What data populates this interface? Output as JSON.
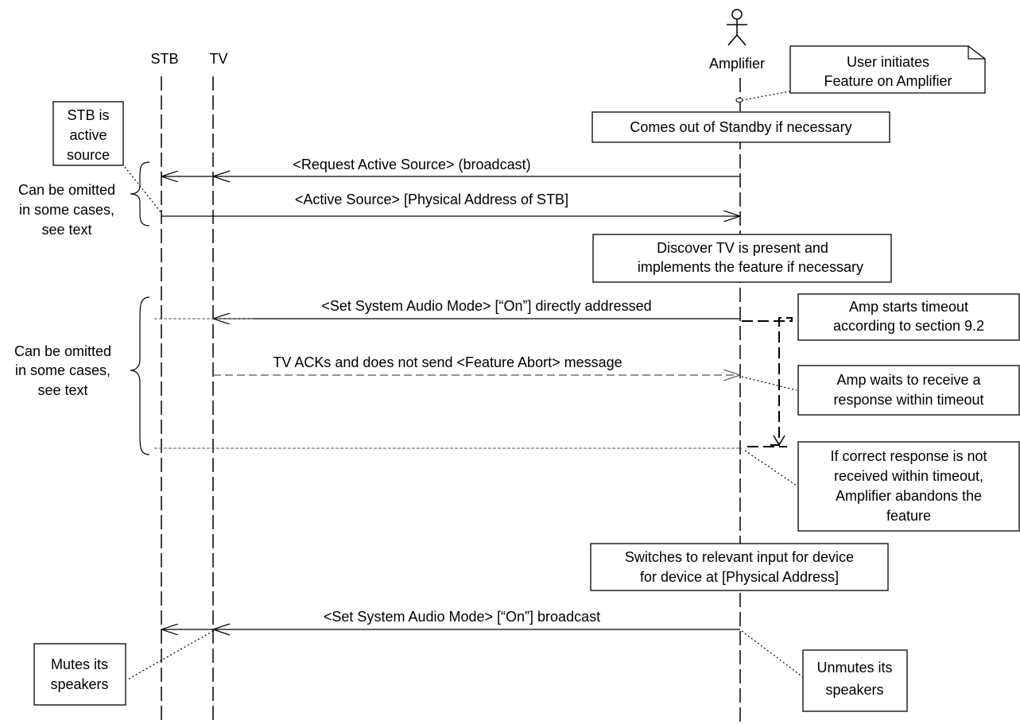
{
  "participants": {
    "stb": "STB",
    "tv": "TV",
    "amplifier": "Amplifier"
  },
  "notes": {
    "user_initiates": [
      "User initiates",
      "Feature on Amplifier"
    ],
    "stb_active_source": [
      "STB is",
      "active",
      "source"
    ],
    "omit_top": [
      "Can be omitted",
      "in some cases,",
      "see text"
    ],
    "omit_middle": [
      "Can be omitted",
      "in some cases,",
      "see text"
    ],
    "standby": [
      "Comes out of Standby if necessary"
    ],
    "discover_tv": [
      "Discover TV is present and",
      "implements the feature if necessary"
    ],
    "timeout_start": [
      "Amp starts timeout",
      "according to section 9.2"
    ],
    "amp_waits": [
      "Amp waits to receive a",
      "response within timeout"
    ],
    "abandon": [
      "If correct response is not",
      "received within timeout,",
      "Amplifier abandons the",
      "feature"
    ],
    "switches_input": [
      "Switches to relevant input for device",
      "for device at [Physical Address]"
    ],
    "mutes": [
      "Mutes its",
      "speakers"
    ],
    "unmutes": [
      "Unmutes its",
      "speakers"
    ]
  },
  "messages": {
    "request_active_source": "<Request Active Source> (broadcast)",
    "active_source": "<Active Source> [Physical Address of STB]",
    "set_audio_direct": "<Set System Audio Mode> [“On”] directly addressed",
    "tv_acks": "TV ACKs and does not send <Feature Abort> message",
    "set_audio_broadcast": "<Set System Audio Mode> [“On”] broadcast"
  }
}
